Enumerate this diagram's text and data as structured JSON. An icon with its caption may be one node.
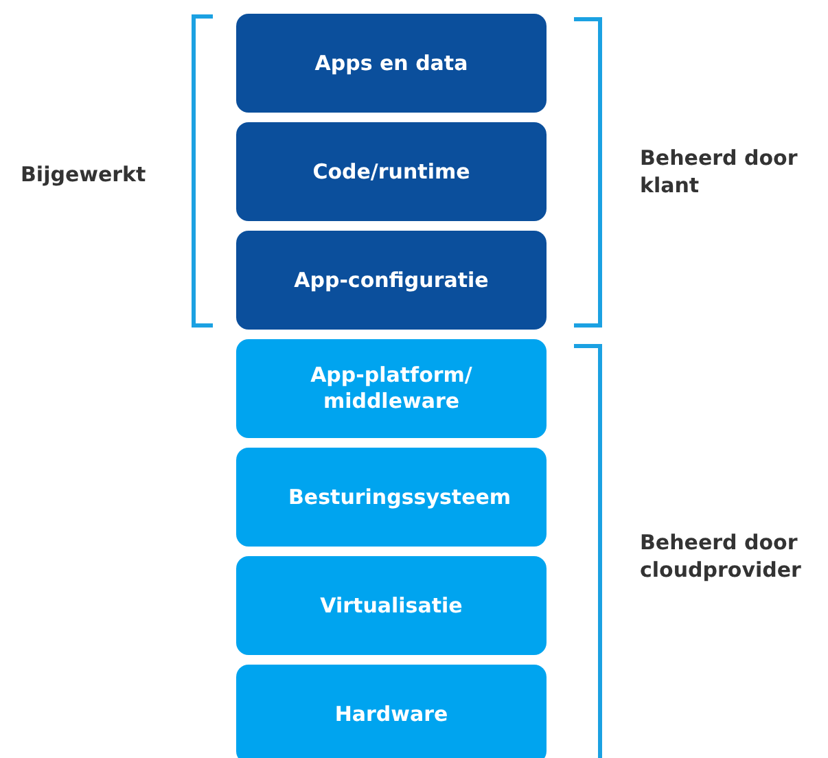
{
  "diagram": {
    "nodes": [
      {
        "text": [
          "Apps en data"
        ]
      },
      {
        "text": [
          "Code/runtime"
        ]
      },
      {
        "text": [
          "App-configuratie"
        ]
      },
      {
        "text": [
          "App-platform/ middleware"
        ]
      },
      {
        "text": [
          "Besturingssysteem"
        ]
      },
      {
        "text": [
          "Virtualisatie"
        ]
      },
      {
        "text": [
          "Hardware"
        ]
      }
    ],
    "labels": [
      "Bijgewerkt",
      "Beheerd door klant",
      "Beheerd door cloudprovider"
    ]
  }
}
